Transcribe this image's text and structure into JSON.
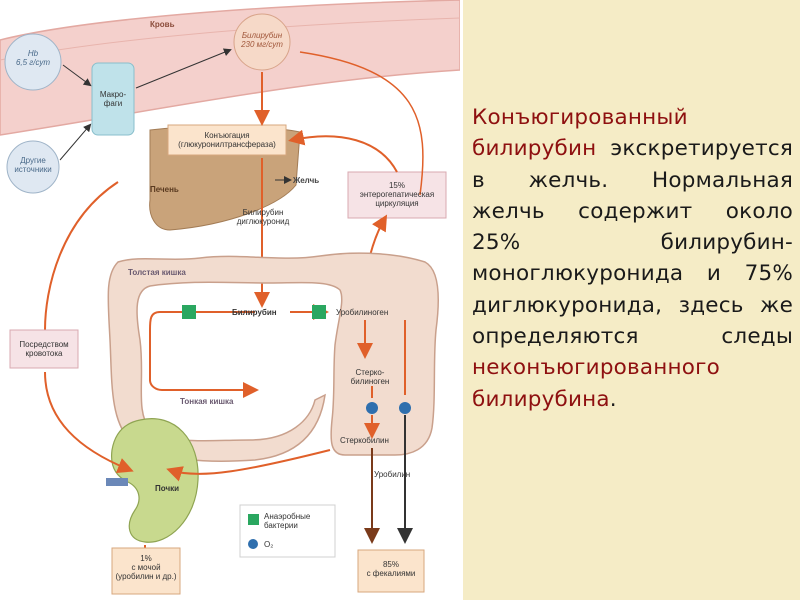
{
  "diagram": {
    "labels": {
      "krov": "Кровь",
      "hb": [
        "Hb",
        "6,5 г/сут"
      ],
      "bilirubin_top": [
        "Билирубин",
        "230 мг/сут"
      ],
      "makrofagi": [
        "Макро-",
        "фаги"
      ],
      "drugie": [
        "Другие",
        "источники"
      ],
      "konyugaciya": [
        "Конъюгация",
        "(глюкуронилтрансфераза)"
      ],
      "pechen": "Печень",
      "zhelch": "Желчь",
      "diglyukuronid": [
        "Билирубин",
        "диглюкуронид"
      ],
      "enterogepat": [
        "15%",
        "энтерогепатическая",
        "циркуляция"
      ],
      "tolstaya": "Толстая кишка",
      "bilirubin_mid": "Билирубин",
      "urobilinogen": "Уробилиноген",
      "posredstvom": [
        "Посредством",
        "кровотока"
      ],
      "sterkobilinogen": [
        "Стерко-",
        "билиноген"
      ],
      "tonkaya": "Тонкая кишка",
      "sterkobilin": "Стеркобилин",
      "urobilin": "Уробилин",
      "pochki": "Почки",
      "anaerob": [
        "Анаэробные",
        "бактерии"
      ],
      "o2": "O₂",
      "mocha": [
        "1%",
        "с мочой",
        "(уробилин и др.)"
      ],
      "kal": [
        "85%",
        "с фекалиями"
      ]
    },
    "colors": {
      "arrow": "#e0602a",
      "vessel": "#f4d0cc",
      "box_teal": "#bfe2ea",
      "box_pink": "#f6e3e6",
      "box_peach": "#fbe4cc",
      "liver": "#c9a37a",
      "intestine": "#f2dccf",
      "kidney": "#c8d98e",
      "bacteria": "#2aa760",
      "oxygen": "#2f6fae"
    },
    "icons": [
      "bacteria-square-icon",
      "oxygen-circle-icon"
    ]
  },
  "text_panel": {
    "lead": "Конъюгированный билирубин",
    "body": " экскретируется в желчь. Нормальная желчь содержит около 25% билирубин-моноглюкуронида и 75% диглюкуронида, здесь же определяются следы ",
    "tail": "неконъюгированного билирубина",
    "end": "."
  }
}
